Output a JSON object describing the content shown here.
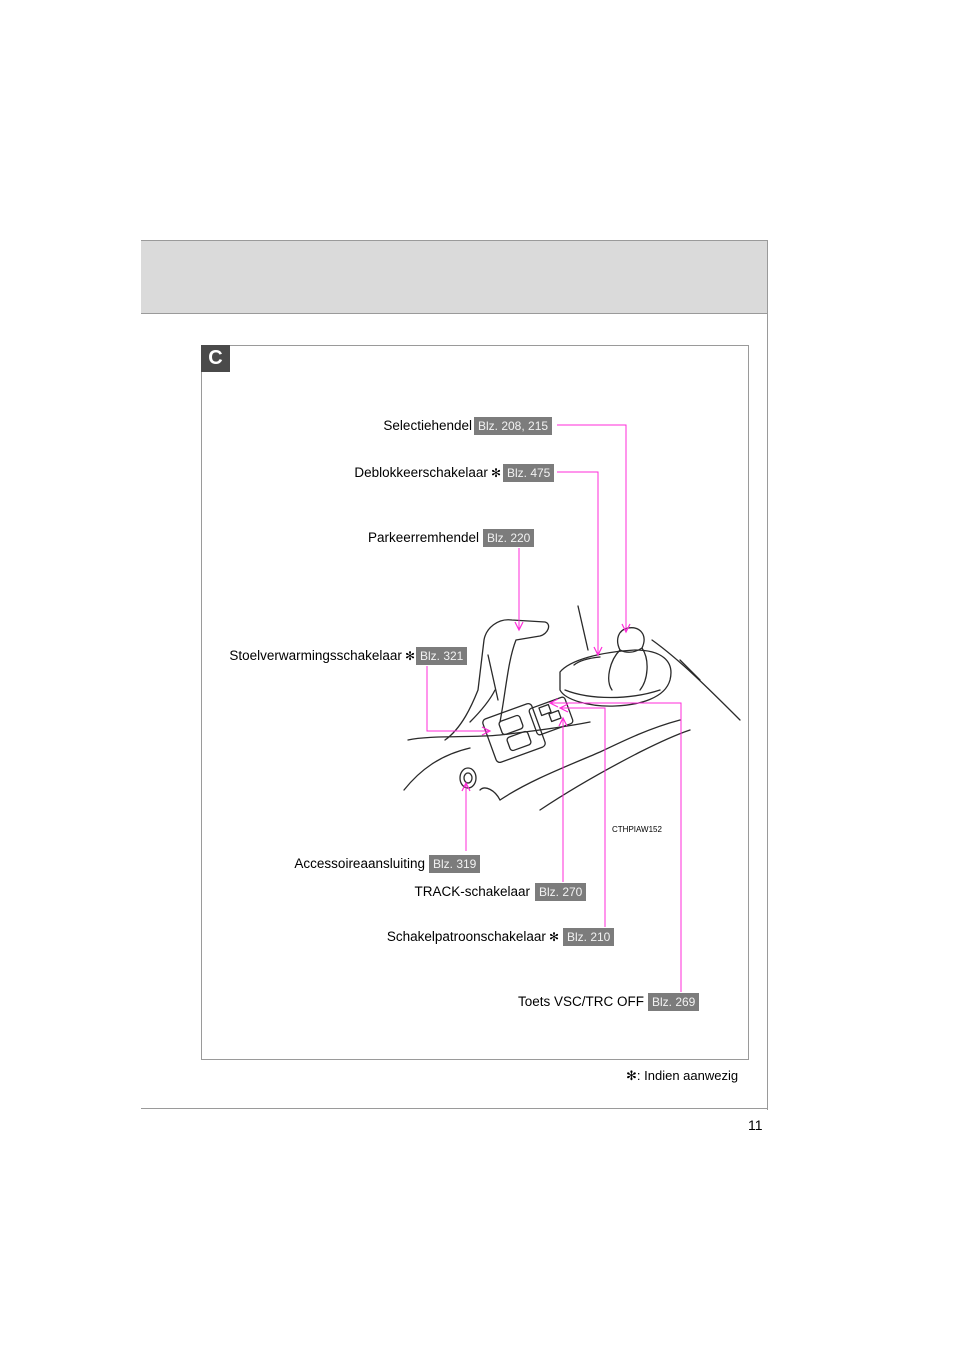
{
  "page_number": "11",
  "section_badge": "C",
  "figure_code": "CTHPIAW152",
  "star": "✻",
  "callouts": [
    {
      "label": "Selectiehendel",
      "ref": "Blz. 208, 215"
    },
    {
      "label": "Deblokkeerschakelaar",
      "ref": "Blz. 475"
    },
    {
      "label": "Parkeerremhendel",
      "ref": "Blz. 220"
    },
    {
      "label": "Stoelverwarmingsschakelaar",
      "ref": "Blz. 321"
    },
    {
      "label": "Accessoireaansluiting",
      "ref": "Blz. 319"
    },
    {
      "label": "TRACK-schakelaar",
      "ref": "Blz. 270"
    },
    {
      "label": "Schakelpatroonschakelaar",
      "ref": "Blz. 210"
    },
    {
      "label": "Toets VSC/TRC OFF",
      "ref": "Blz. 269"
    }
  ],
  "footnote": ": Indien aanwezig",
  "colors": {
    "leader_line": "#ff2bd9",
    "ref_badge": "#7c7c7c",
    "header_band": "#dadada"
  }
}
